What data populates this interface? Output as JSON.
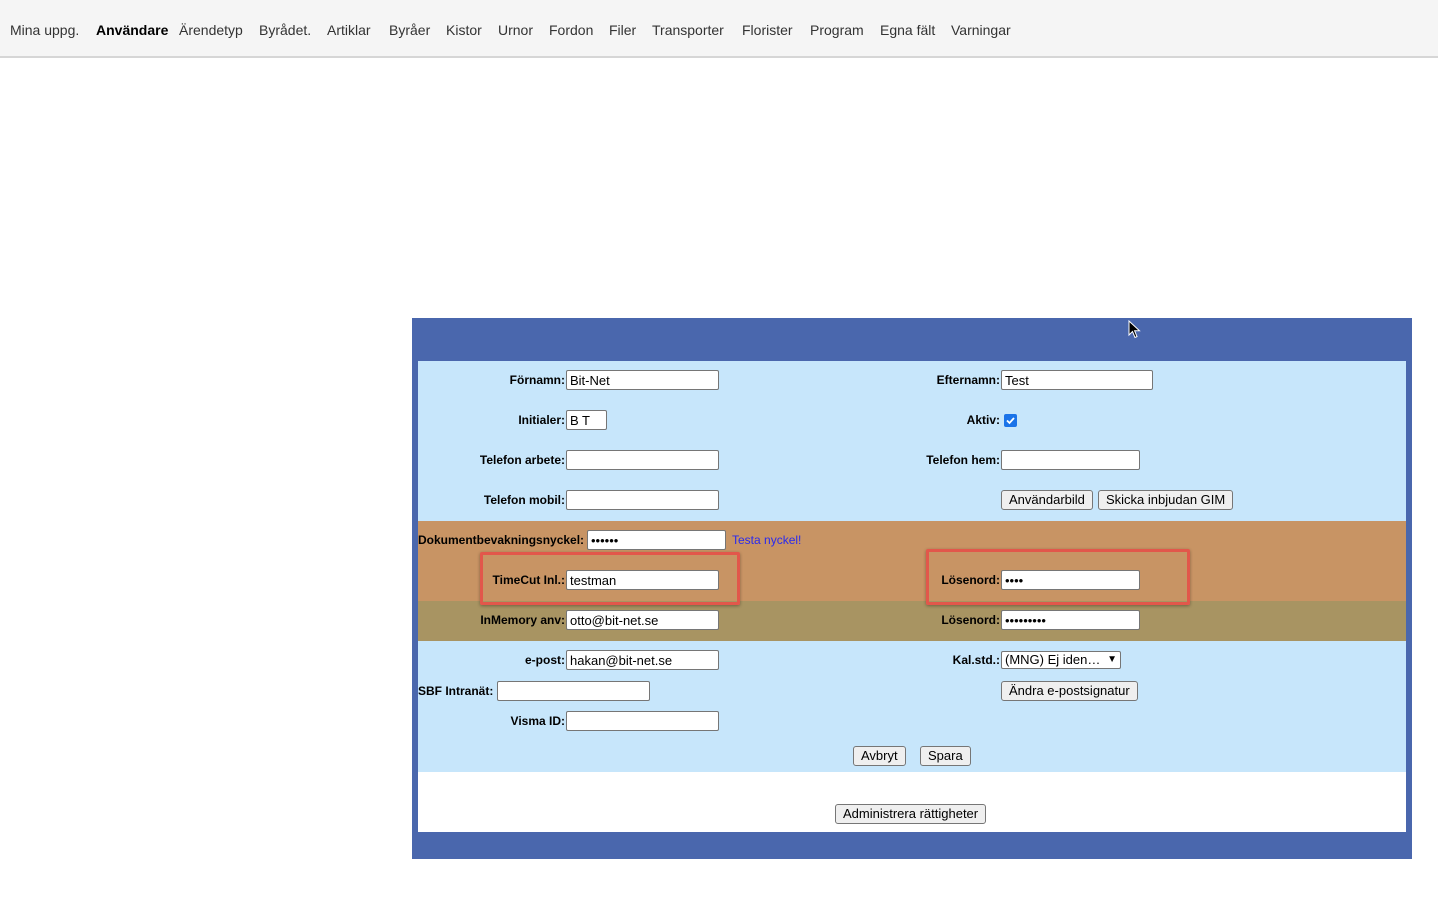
{
  "nav": {
    "items": [
      "Mina uppg.",
      "Användare",
      "Ärendetyp",
      "Byrådet.",
      "Artiklar",
      "Byråer",
      "Kistor",
      "Urnor",
      "Fordon",
      "Filer",
      "Transporter",
      "Florister",
      "Program",
      "Egna fält",
      "Varningar"
    ],
    "active": "Användare"
  },
  "form": {
    "fornamn": {
      "label": "Förnamn:",
      "value": "Bit-Net"
    },
    "efternamn": {
      "label": "Efternamn:",
      "value": "Test"
    },
    "initialer": {
      "label": "Initialer:",
      "value": "B T"
    },
    "aktiv": {
      "label": "Aktiv:",
      "checked": true
    },
    "telefon_arbete": {
      "label": "Telefon arbete:",
      "value": ""
    },
    "telefon_hem": {
      "label": "Telefon hem:",
      "value": ""
    },
    "telefon_mobil": {
      "label": "Telefon mobil:",
      "value": ""
    },
    "anvandarbild_button": "Användarbild",
    "skicka_button": "Skicka inbjudan GIM",
    "dokument": {
      "label": "Dokumentbevakningsnyckel:",
      "value": "••••••"
    },
    "testa_link": "Testa nyckel!",
    "timecut": {
      "label": "TimeCut Inl.:",
      "value": "testman"
    },
    "timecut_losenord": {
      "label": "Lösenord:",
      "value": "••••"
    },
    "inmemory": {
      "label": "InMemory anv:",
      "value": "otto@bit-net.se"
    },
    "inmemory_losenord": {
      "label": "Lösenord:",
      "value": "•••••••••"
    },
    "epost": {
      "label": "e-post:",
      "value": "hakan@bit-net.se"
    },
    "kal_std": {
      "label": "Kal.std.:",
      "value": "(MNG) Ej iden…"
    },
    "sbf": {
      "label": "SBF Intranät:",
      "value": ""
    },
    "andra_button": "Ändra e-postsignatur",
    "visma": {
      "label": "Visma ID:",
      "value": ""
    },
    "avbryt_button": "Avbryt",
    "spara_button": "Spara",
    "admin_button": "Administrera rättigheter"
  },
  "colors": {
    "panel": "#4a67ad",
    "light_band": "#c7e6fb",
    "tan_band": "#c89464",
    "olive_band": "#a89462",
    "highlight": "#e2574b",
    "link": "#2a2aee"
  }
}
